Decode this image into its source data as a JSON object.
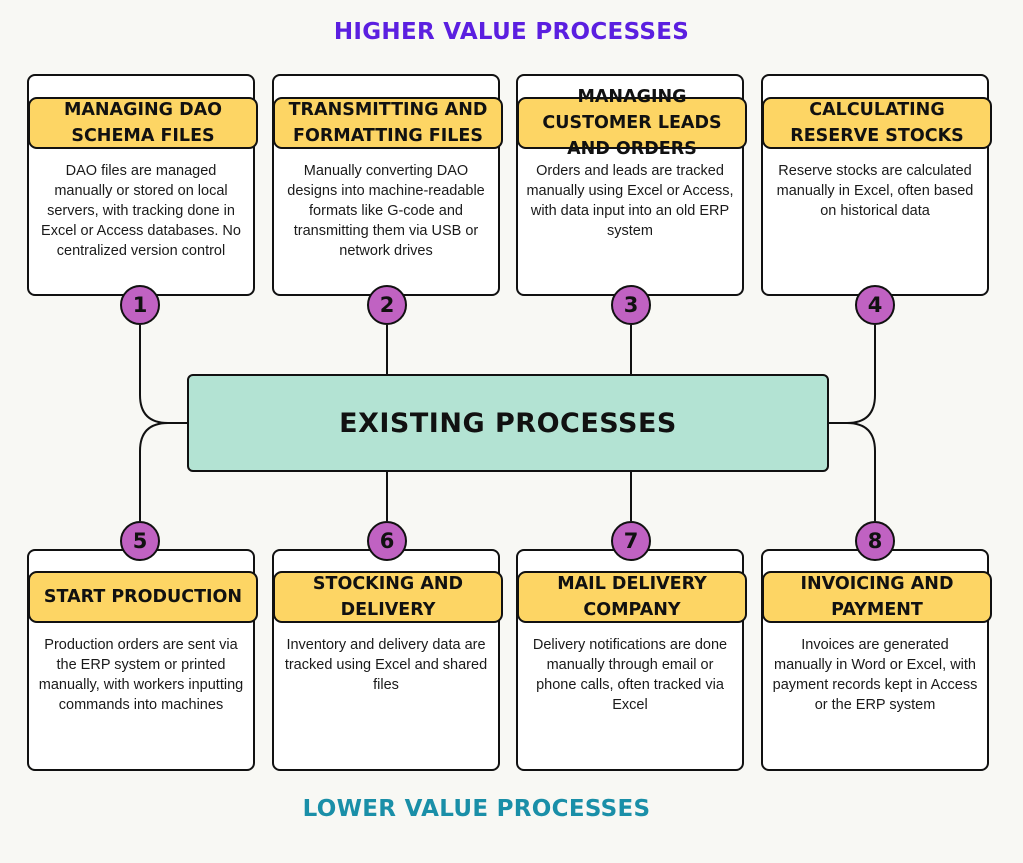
{
  "header": {
    "higher": "HIGHER VALUE PROCESSES"
  },
  "footer": {
    "lower": "LOWER VALUE PROCESSES"
  },
  "center": {
    "label": "EXISTING PROCESSES"
  },
  "processes": [
    {
      "number": "1",
      "title": "MANAGING DAO SCHEMA FILES",
      "description": "DAO files are managed manually or stored on local servers, with tracking done in Excel or Access databases. No centralized version control"
    },
    {
      "number": "2",
      "title": "TRANSMITTING AND FORMATTING FILES",
      "description": "Manually converting DAO designs into machine-readable formats like G-code and transmitting them via USB or network drives"
    },
    {
      "number": "3",
      "title": "MANAGING CUSTOMER LEADS AND ORDERS",
      "description": "Orders and leads are tracked manually using Excel or Access, with data input into an old ERP system"
    },
    {
      "number": "4",
      "title": "CALCULATING RESERVE STOCKS",
      "description": "Reserve stocks are calculated manually in Excel, often based on historical data"
    },
    {
      "number": "5",
      "title": "START PRODUCTION",
      "description": "Production orders are sent via the ERP system or printed manually, with workers inputting commands into machines"
    },
    {
      "number": "6",
      "title": "STOCKING AND DELIVERY",
      "description": "Inventory and delivery data are tracked using Excel and shared files"
    },
    {
      "number": "7",
      "title": "MAIL DELIVERY COMPANY",
      "description": "Delivery notifications are done manually through email or phone calls, often tracked via Excel"
    },
    {
      "number": "8",
      "title": "INVOICING AND PAYMENT",
      "description": "Invoices are generated manually in Word or Excel, with payment records kept in Access or the ERP system"
    }
  ],
  "colors": {
    "higher_heading": "#5b1fe0",
    "lower_heading": "#1a8fa8",
    "card_title_fill": "#fdd564",
    "number_fill": "#c062c2",
    "center_fill": "#b3e3d3"
  }
}
